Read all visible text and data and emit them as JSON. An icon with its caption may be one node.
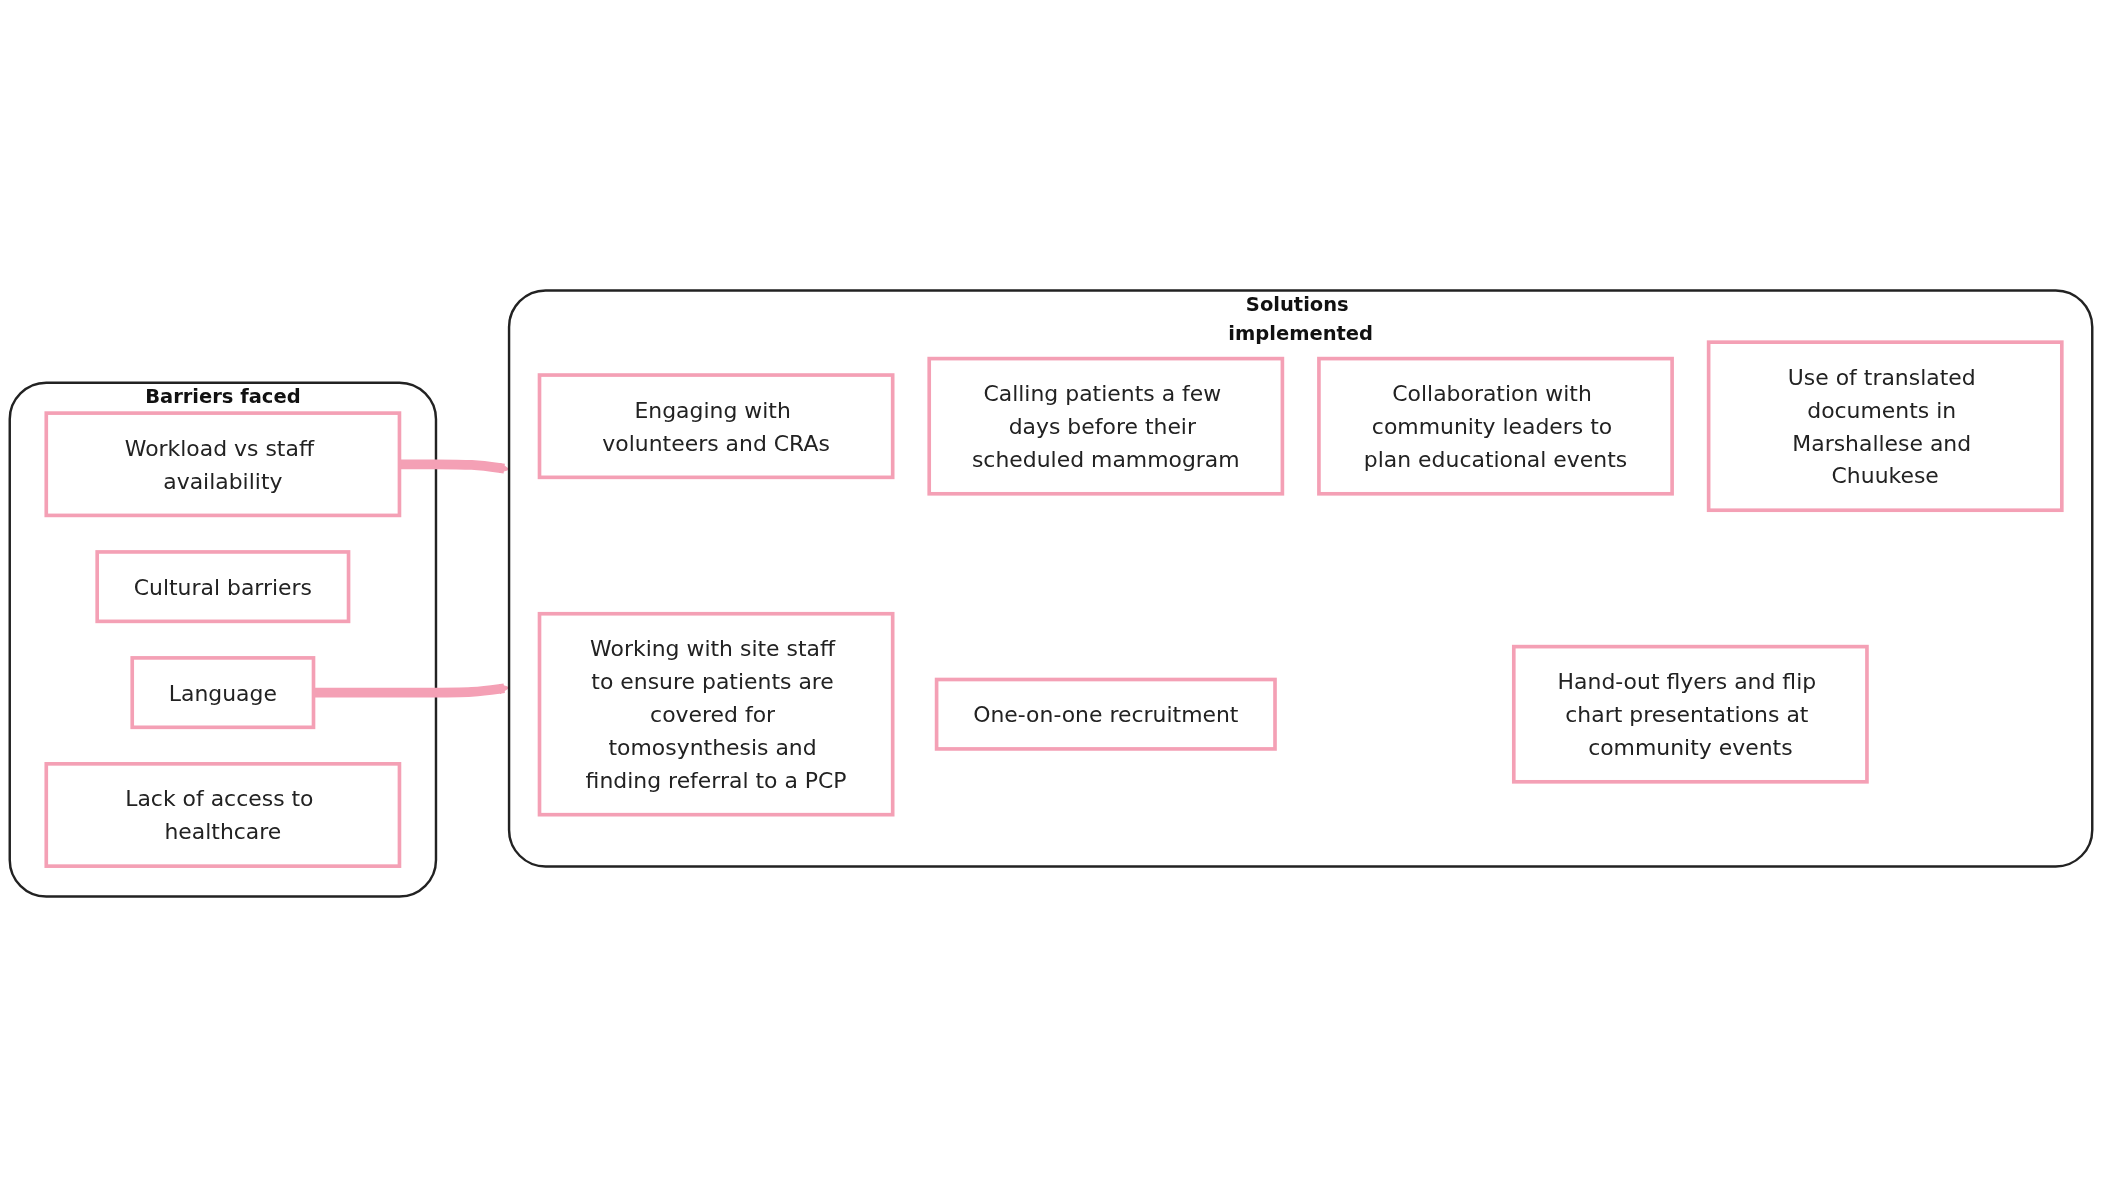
{
  "diagram": {
    "nodes": [
      {
        "text": [
          "Barriers faced"
        ]
      },
      {
        "text": [
          "Workload vs staff availability"
        ],
        "in": 0
      },
      {
        "text": [
          "Cultural barriers"
        ],
        "in": 0
      },
      {
        "text": [
          "Language"
        ],
        "in": 0
      },
      {
        "text": [
          "Lack of access to healthcare"
        ],
        "in": 0
      },
      {
        "text": [
          "Solutions implemented"
        ]
      },
      {
        "text": [
          "Engaging with volunteers and CRAs"
        ],
        "in": 5
      },
      {
        "text": [
          "Working with site staff to ensure patients are covered for tomosynthesis and finding referral to a PCP"
        ],
        "in": 5
      },
      {
        "text": [
          "Calling patients a few days before their scheduled mammogram"
        ],
        "in": 5
      },
      {
        "text": [
          "Collaboration with community leaders to plan educational events"
        ],
        "in": 5
      },
      {
        "text": [
          "One-on-one recruitment"
        ],
        "in": 5
      },
      {
        "text": [
          "Use of translated documents in Marshallese and Chuukese"
        ],
        "in": 5
      },
      {
        "text": [
          "Hand-out flyers and flip chart presentations at community events"
        ],
        "in": 5
      }
    ],
    "edges": [
      {
        "from": 1,
        "to": 5,
        "arrow": "to"
      },
      {
        "from": 3,
        "to": 5,
        "arrow": "to"
      }
    ]
  }
}
